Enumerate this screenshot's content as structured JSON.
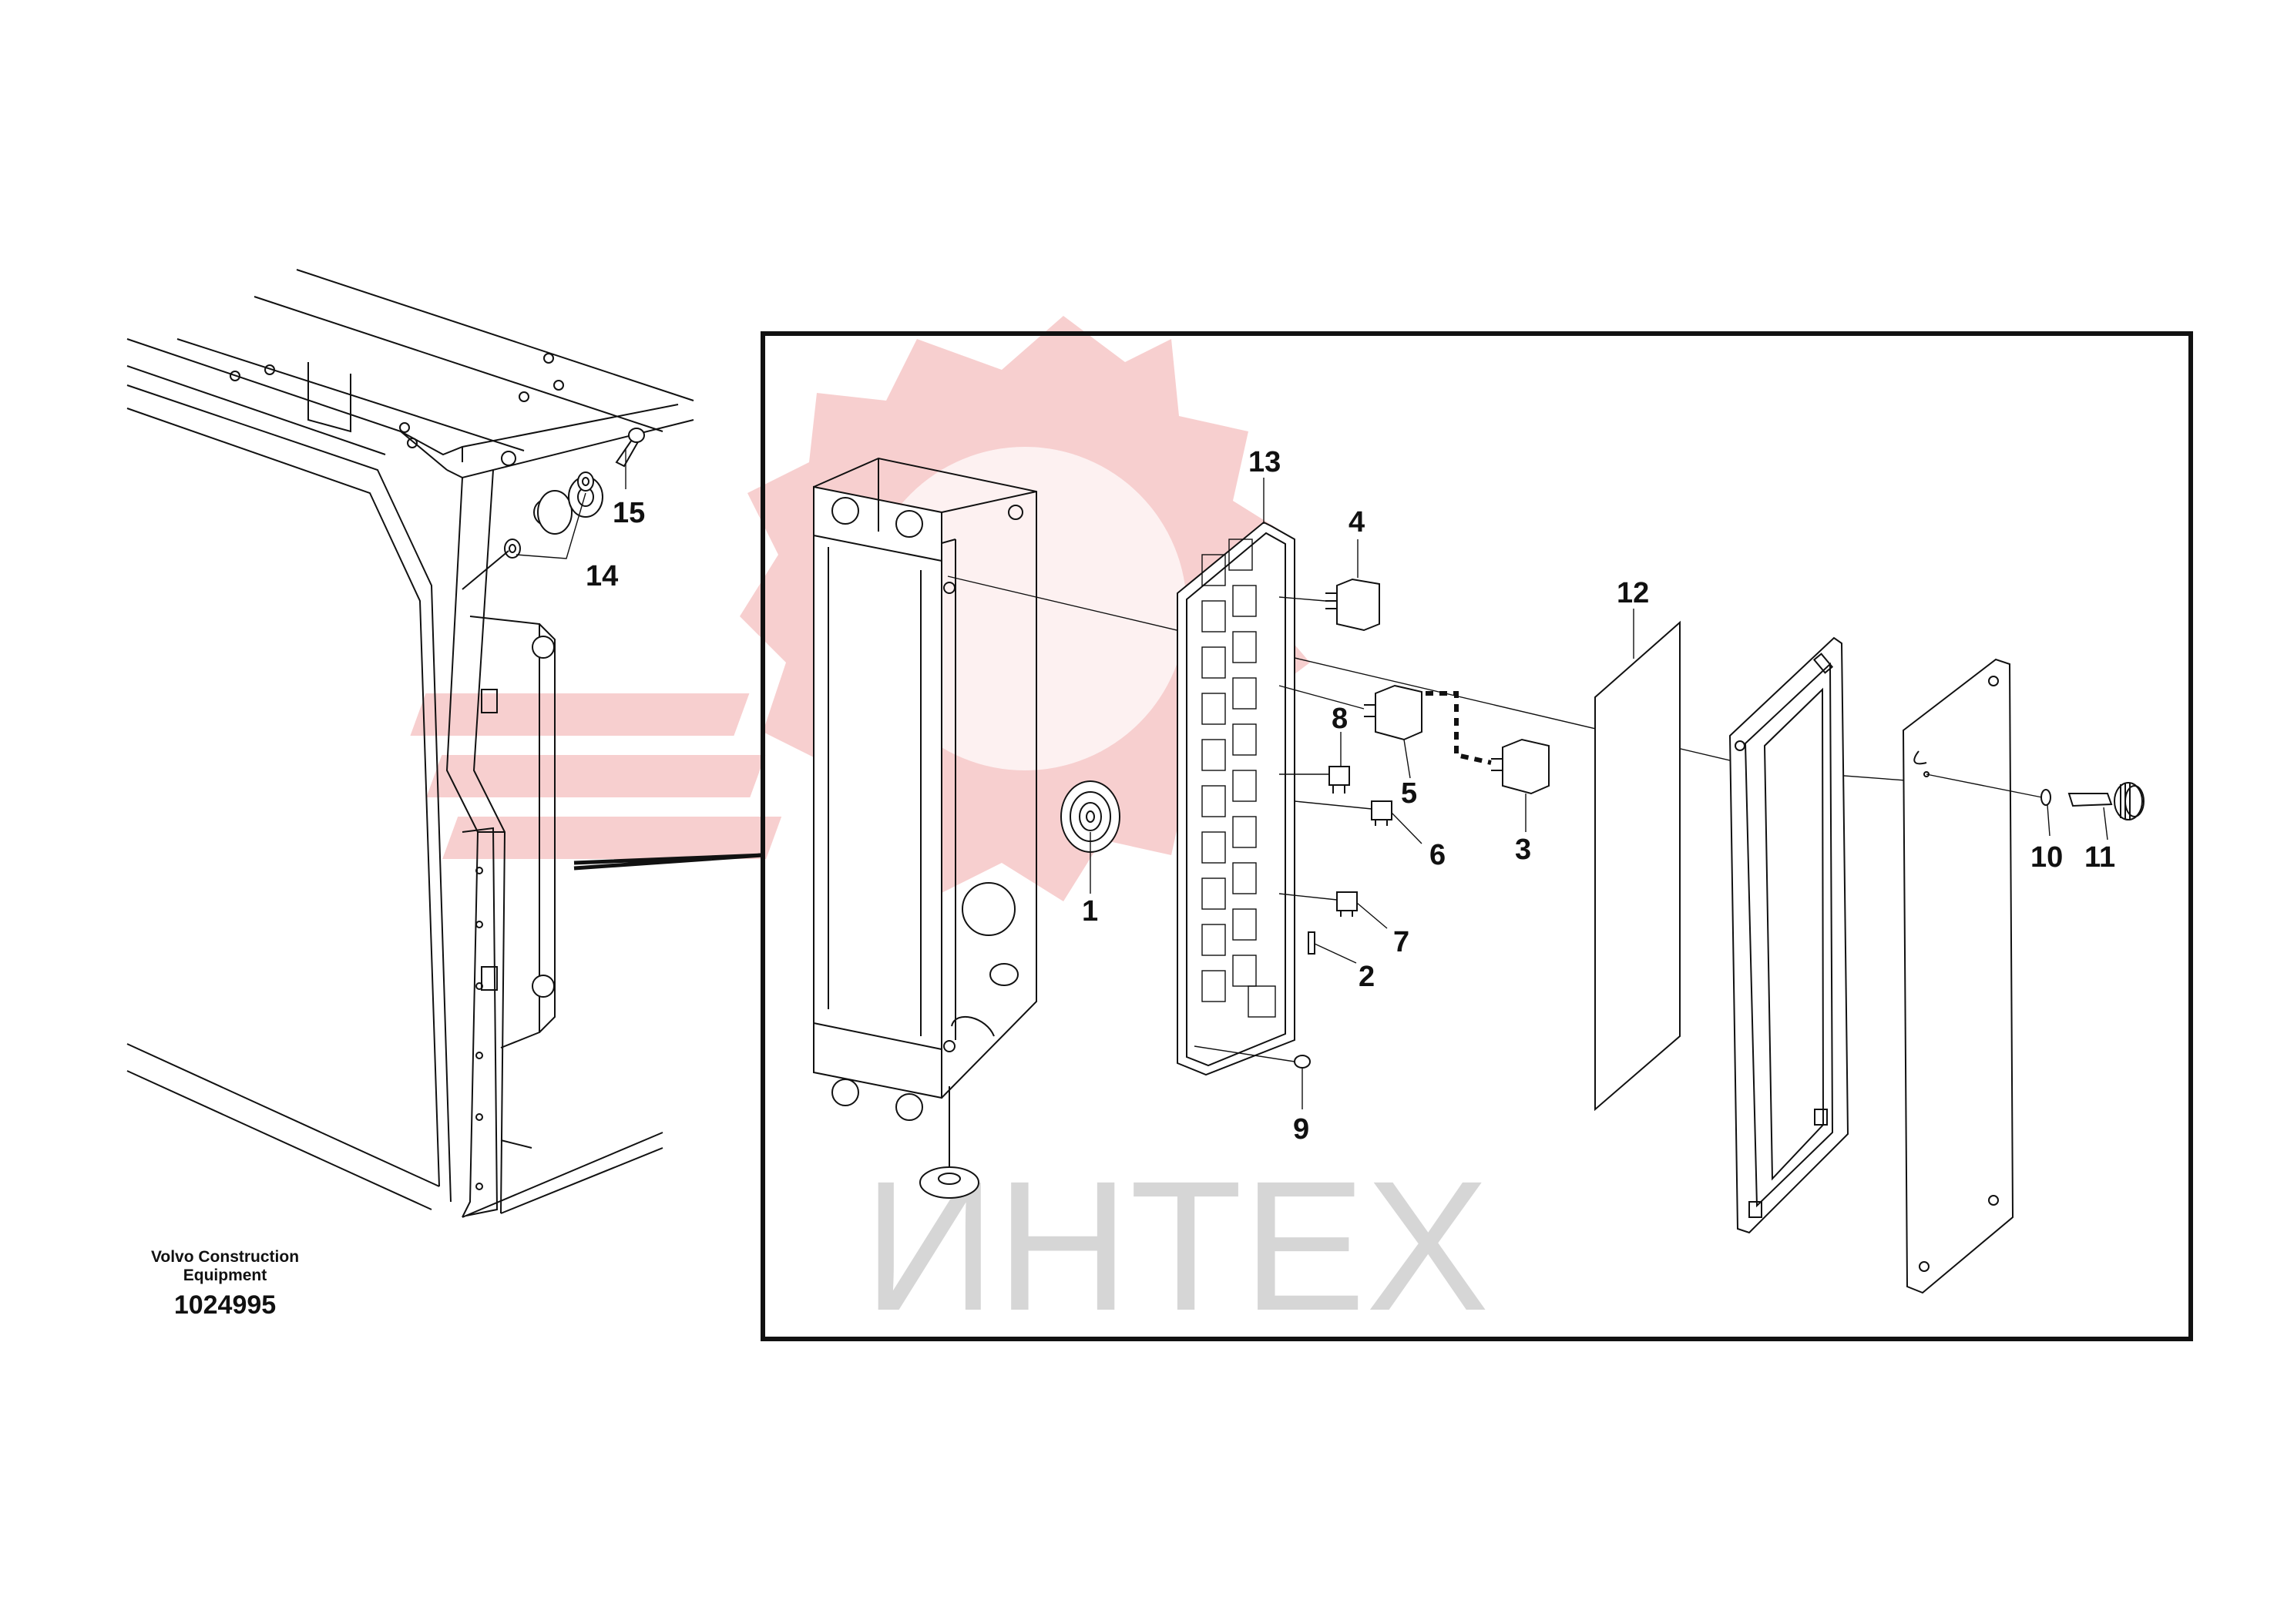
{
  "diagram": {
    "caption": {
      "line1": "Volvo Construction",
      "line2": "Equipment",
      "doc_number": "1024995"
    },
    "watermark": {
      "text": "ИНТЕХ",
      "logo": "gear-logo",
      "logo_color": "#f2b8b8",
      "text_color": "#d6d6d6"
    },
    "callouts": {
      "c1": "1",
      "c2": "2",
      "c3": "3",
      "c4": "4",
      "c5": "5",
      "c6": "6",
      "c7": "7",
      "c8": "8",
      "c9": "9",
      "c10": "10",
      "c11": "11",
      "c12": "12",
      "c13": "13",
      "c14": "14",
      "c15": "15"
    }
  }
}
